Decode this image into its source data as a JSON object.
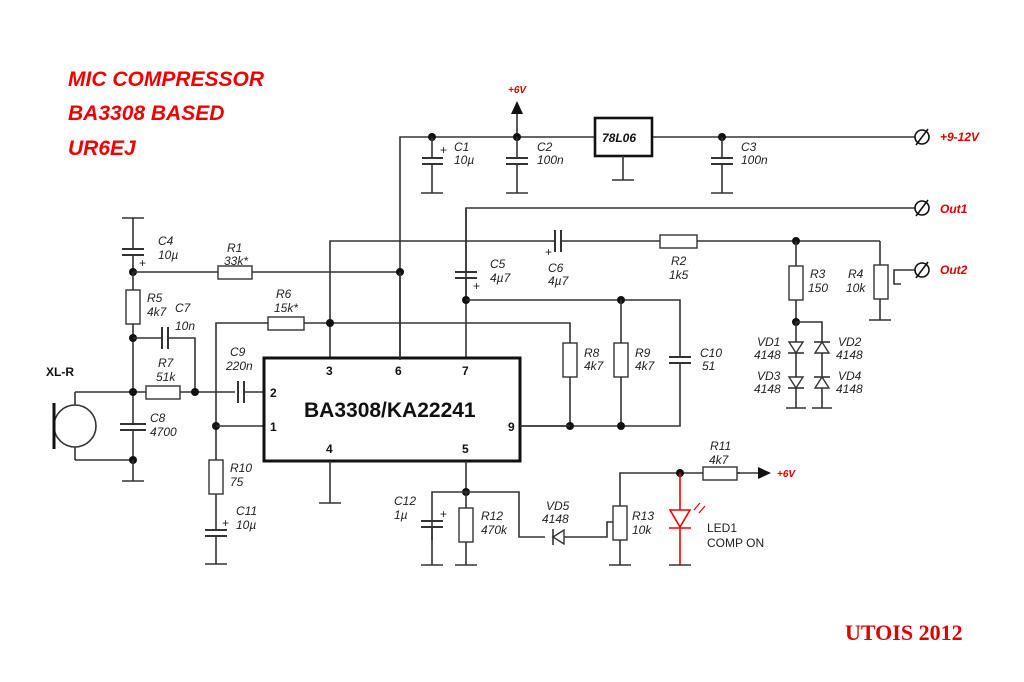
{
  "title": {
    "line1": "MIC COMPRESSOR",
    "line2": "BA3308 BASED",
    "line3": "UR6EJ"
  },
  "footer": "UTOIS 2012",
  "ic": {
    "name": "BA3308/KA22241",
    "pins": {
      "p1": "1",
      "p2": "2",
      "p3": "3",
      "p4": "4",
      "p5": "5",
      "p6": "6",
      "p7": "7",
      "p9": "9"
    }
  },
  "regulator": "78L06",
  "connectors": {
    "mic": "XL-R",
    "supply": "+9-12V",
    "out1": "Out1",
    "out2": "Out2",
    "rail_top": "+6V",
    "rail_led": "+6V"
  },
  "components": {
    "C1": {
      "ref": "C1",
      "value": "10µ"
    },
    "C2": {
      "ref": "C2",
      "value": "100n"
    },
    "C3": {
      "ref": "C3",
      "value": "100n"
    },
    "C4": {
      "ref": "C4",
      "value": "10µ"
    },
    "C5": {
      "ref": "C5",
      "value": "4µ7"
    },
    "C6": {
      "ref": "C6",
      "value": "4µ7"
    },
    "C7": {
      "ref": "C7",
      "value": "10n"
    },
    "C8": {
      "ref": "C8",
      "value": "4700"
    },
    "C9": {
      "ref": "C9",
      "value": "220n"
    },
    "C10": {
      "ref": "C10",
      "value": "51"
    },
    "C11": {
      "ref": "C11",
      "value": "10µ"
    },
    "C12": {
      "ref": "C12",
      "value": "1µ"
    },
    "R1": {
      "ref": "R1",
      "value": "33k*"
    },
    "R2": {
      "ref": "R2",
      "value": "1k5"
    },
    "R3": {
      "ref": "R3",
      "value": "150"
    },
    "R4": {
      "ref": "R4",
      "value": "10k"
    },
    "R5": {
      "ref": "R5",
      "value": "4k7"
    },
    "R6": {
      "ref": "R6",
      "value": "15k*"
    },
    "R7": {
      "ref": "R7",
      "value": "51k"
    },
    "R8": {
      "ref": "R8",
      "value": "4k7"
    },
    "R9": {
      "ref": "R9",
      "value": "4k7"
    },
    "R10": {
      "ref": "R10",
      "value": "75"
    },
    "R11": {
      "ref": "R11",
      "value": "4k7"
    },
    "R12": {
      "ref": "R12",
      "value": "470k"
    },
    "R13": {
      "ref": "R13",
      "value": "10k"
    },
    "VD1": {
      "ref": "VD1",
      "value": "4148"
    },
    "VD2": {
      "ref": "VD2",
      "value": "4148"
    },
    "VD3": {
      "ref": "VD3",
      "value": "4148"
    },
    "VD4": {
      "ref": "VD4",
      "value": "4148"
    },
    "VD5": {
      "ref": "VD5",
      "value": "4148"
    },
    "LED1": {
      "ref": "LED1",
      "value": "COMP ON"
    }
  },
  "colors": {
    "accent": "#e00000",
    "wire": "#333333"
  }
}
